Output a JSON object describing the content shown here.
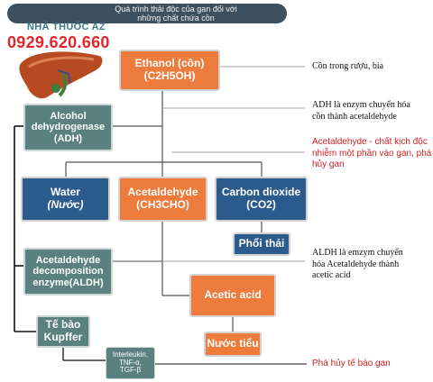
{
  "header": {
    "title_line1": "Quá trình thải độc của gan đối với",
    "title_line2": "những chất chứa cồn",
    "brand": "NHÀ THUỐC AZ",
    "phone": "0929.620.660"
  },
  "nodes": {
    "ethanol": {
      "line1": "Ethanol (cồn)",
      "line2": "(C2H5OH)"
    },
    "adh": {
      "line1": "Alcohol",
      "line2": "dehydrogenase",
      "line3": "(ADH)"
    },
    "water": {
      "line1": "Water",
      "line2": "(Nước)"
    },
    "acetaldehyde": {
      "line1": "Acetaldehyde",
      "line2": "(CH3CHO)"
    },
    "co2": {
      "line1": "Carbon dioxide",
      "line2": "(CO2)"
    },
    "lung": {
      "label": "Phổi thải"
    },
    "aldh": {
      "line1": "Acetaldehyde",
      "line2": "decomposition",
      "line3": "enzyme(ALDH)"
    },
    "acetic": {
      "label": "Acetic acid"
    },
    "kupffer": {
      "line1": "Tế bào",
      "line2": "Kupffer"
    },
    "urine": {
      "label": "Nước tiểu"
    },
    "cytokines": {
      "line1": "Interleukin,",
      "line2": "TNF-α,",
      "line3": "TGF-β"
    }
  },
  "notes": {
    "n1": "Cồn trong rượu, bia",
    "n2_line1": "ADH là enzym chuyển hóa",
    "n2_line2": "cồn thành acetaldehyde",
    "n3_line1": "Acetaldehyde - chất kịch độc",
    "n3_line2": "nhiễm một phần vào gan, phá",
    "n3_line3": "hủy gan",
    "n4_line1": "ALDH là emzym chuyển",
    "n4_line2": "hóa Acetaldehyde thành",
    "n4_line3": "acetic acid",
    "n5": "Phá hủy tế bào gan"
  },
  "colors": {
    "orange": "#ec7b3c",
    "teal": "#5a8080",
    "navy": "#2b5a8c",
    "note_red": "#d11f1f",
    "header_bg": "#3d5060",
    "phone": "#e3262b"
  }
}
